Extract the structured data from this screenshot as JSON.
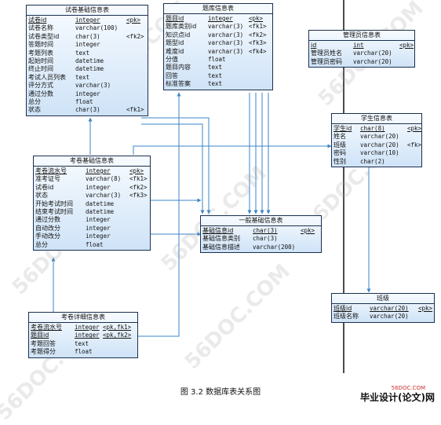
{
  "tables": {
    "exam": {
      "title": "试卷基础信息表",
      "rows": [
        [
          "试卷id",
          "integer",
          "<pk>"
        ],
        [
          "试卷名称",
          "varchar(100)",
          ""
        ],
        [
          "试卷类型id",
          "char(3)",
          "<fk2>"
        ],
        [
          "答题时间",
          "integer",
          ""
        ],
        [
          "考题列表",
          "text",
          ""
        ],
        [
          "起始时间",
          "datetime",
          ""
        ],
        [
          "终止时间",
          "datetime",
          ""
        ],
        [
          "考试人员列表",
          "text",
          ""
        ],
        [
          "评分方式",
          "varchar(3)",
          ""
        ],
        [
          "通过分数",
          "integer",
          ""
        ],
        [
          "总分",
          "float",
          ""
        ],
        [
          "状态",
          "char(3)",
          "<fk1>"
        ]
      ]
    },
    "question": {
      "title": "题库信息表",
      "rows": [
        [
          "题目id",
          "integer",
          "<pk>"
        ],
        [
          "题库类别id",
          "varchar(3)",
          "<fk1>"
        ],
        [
          "知识点id",
          "varchar(3)",
          "<fk2>"
        ],
        [
          "题型id",
          "varchar(3)",
          "<fk3>"
        ],
        [
          "难度id",
          "varchar(3)",
          "<fk4>"
        ],
        [
          "分值",
          "float",
          ""
        ],
        [
          "题目内容",
          "text",
          ""
        ],
        [
          "回答",
          "text",
          ""
        ],
        [
          "标准答案",
          "text",
          ""
        ]
      ]
    },
    "admin": {
      "title": "管理员信息表",
      "rows": [
        [
          "id",
          "int",
          "<pk>"
        ],
        [
          "管理员姓名",
          "varchar(20)",
          ""
        ],
        [
          "管理员密码",
          "varchar(20)",
          ""
        ]
      ]
    },
    "student": {
      "title": "学生信息表",
      "rows": [
        [
          "学生id",
          "char(8)",
          "<pk>"
        ],
        [
          "姓名",
          "varchar(20)",
          ""
        ],
        [
          "班级",
          "varchar(20)",
          "<fk>"
        ],
        [
          "密码",
          "varchar(10)",
          ""
        ],
        [
          "性别",
          "char(2)",
          ""
        ]
      ]
    },
    "record": {
      "title": "考卷基础信息表",
      "rows": [
        [
          "考卷流水号",
          "integer",
          "<pk>"
        ],
        [
          "准考证号",
          "varchar(8)",
          "<fk1>"
        ],
        [
          "试卷id",
          "integer",
          "<fk2>"
        ],
        [
          "状态",
          "varchar(3)",
          "<fk3>"
        ],
        [
          "开始考试时间",
          "datetime",
          ""
        ],
        [
          "结束考试时间",
          "datetime",
          ""
        ],
        [
          "通过分数",
          "integer",
          ""
        ],
        [
          "自动改分",
          "integer",
          ""
        ],
        [
          "手动改分",
          "integer",
          ""
        ],
        [
          "总分",
          "float",
          ""
        ]
      ]
    },
    "general": {
      "title": "一般基础信息表",
      "rows": [
        [
          "基础信息id",
          "char(3)",
          "<pk>"
        ],
        [
          "基础信息类别",
          "char(3)",
          ""
        ],
        [
          "基础信息描述",
          "varchar(200)",
          ""
        ]
      ]
    },
    "detail": {
      "title": "考卷详细信息表",
      "rows": [
        [
          "考卷流水号",
          "integer",
          "<pk,fk1>"
        ],
        [
          "题目id",
          "integer",
          "<pk,fk2>"
        ],
        [
          "考题回答",
          "text",
          ""
        ],
        [
          "考题得分",
          "float",
          ""
        ]
      ]
    },
    "class": {
      "title": "班级",
      "rows": [
        [
          "班级id",
          "varchar(20)",
          "<pk>"
        ],
        [
          "班级名称",
          "varchar(20)",
          ""
        ]
      ]
    }
  },
  "caption": "图 3.2    数据库表关系图",
  "watermark": "56DOC.COM",
  "footer": {
    "site": "56DOC.COM",
    "brand": "毕业设计(论文)网"
  },
  "colors": {
    "table_border": "#1a2f4f",
    "table_fill_top": "#f7fbff",
    "table_fill_bottom": "#cfe3f7",
    "link": "#3a86c8",
    "divider": "#000000"
  }
}
